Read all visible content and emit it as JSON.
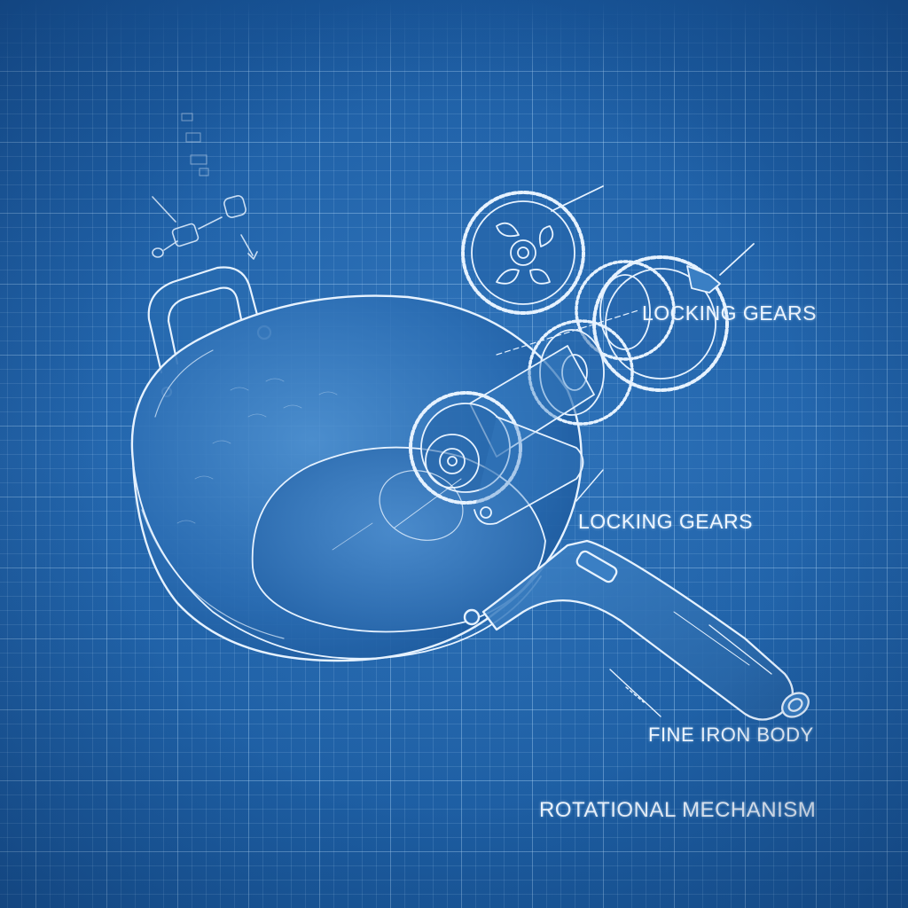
{
  "labels": {
    "locking_gears_top": "LOCKING GEARS",
    "locking_gears": "LOCKING GEARS",
    "fine_iron_body": "FINE IRON BODY",
    "rotational_mechanism": "ROTATIONAL MECHANISM"
  },
  "colors": {
    "background": "#1c5fa6",
    "grid_line": "#aad2f5",
    "line_art": "#e6f2ff"
  },
  "icons": [
    "gear-icon",
    "wok-body",
    "handle"
  ]
}
